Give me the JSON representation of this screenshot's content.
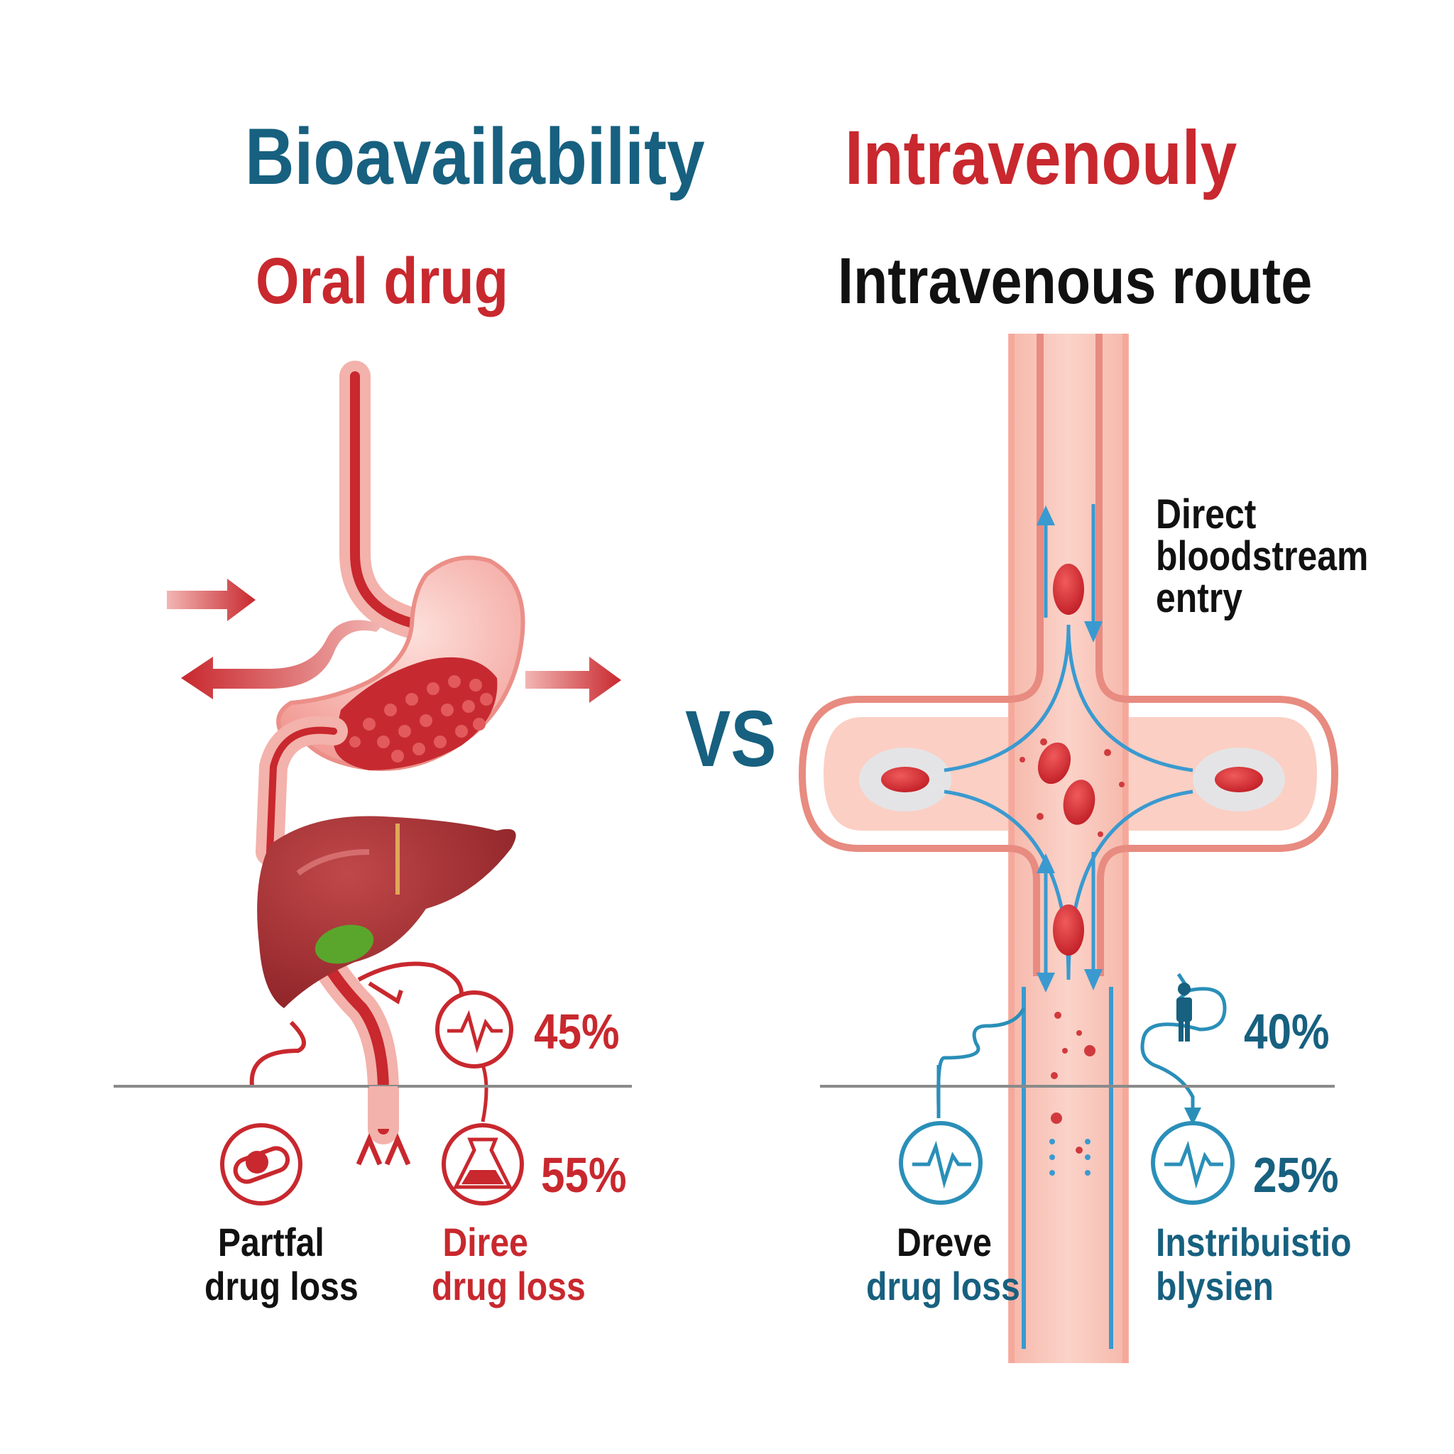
{
  "titles": {
    "left_title": "Bioavailability",
    "right_title": "Intravenouly",
    "left_subtitle": "Oral drug",
    "right_subtitle": "Intravenous route",
    "vs": "VS"
  },
  "oral": {
    "stat_top": "45%",
    "stat_bottom": "55%",
    "label_left_line1": "Partfal",
    "label_left_line2": "drug loss",
    "label_right_line1": "Diree",
    "label_right_line2": "drug loss"
  },
  "iv": {
    "entry_line1": "Direct",
    "entry_line2": "bloodstream",
    "entry_line3": "entry",
    "stat_top": "40%",
    "stat_bottom": "25%",
    "label_left_line1": "Dreve",
    "label_left_line2": "drug loss",
    "label_right_line1": "Instribuistio",
    "label_right_line2": "blysien"
  },
  "colors": {
    "title_blue": "#17607f",
    "title_red": "#c8282e",
    "text_dark": "#111111",
    "accent_red": "#c62a30",
    "accent_blue": "#2a8fb8",
    "divider_gray": "#8a8a8a"
  },
  "icons": [
    "heart-rate-icon",
    "pill-capsule-icon",
    "flask-icon",
    "person-icon",
    "recycle-arrow-icon"
  ]
}
